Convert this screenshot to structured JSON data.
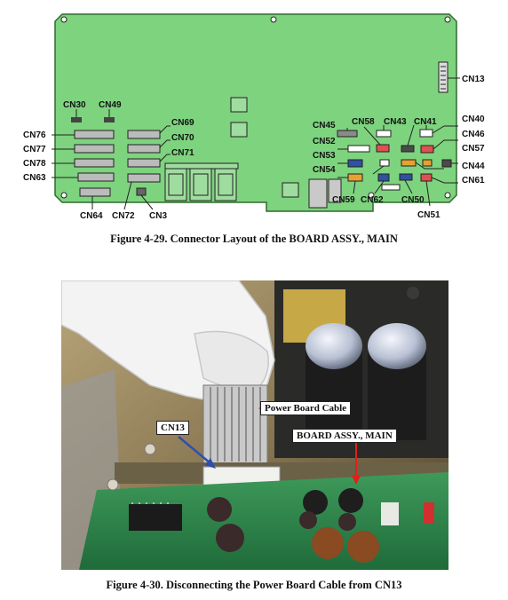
{
  "figure1": {
    "caption": "Figure 4-29.  Connector Layout of the BOARD ASSY., MAIN",
    "connectors": {
      "cn13": "CN13",
      "cn30": "CN30",
      "cn49": "CN49",
      "cn69": "CN69",
      "cn70": "CN70",
      "cn71": "CN71",
      "cn76": "CN76",
      "cn77": "CN77",
      "cn78": "CN78",
      "cn63": "CN63",
      "cn64": "CN64",
      "cn72": "CN72",
      "cn3": "CN3",
      "cn45": "CN45",
      "cn58": "CN58",
      "cn43": "CN43",
      "cn41": "CN41",
      "cn40": "CN40",
      "cn46": "CN46",
      "cn52": "CN52",
      "cn57": "CN57",
      "cn53": "CN53",
      "cn44": "CN44",
      "cn54": "CN54",
      "cn61": "CN61",
      "cn59": "CN59",
      "cn62": "CN62",
      "cn50": "CN50",
      "cn51": "CN51"
    },
    "colors": {
      "board": "#7ed37e",
      "board_edge": "#2f6b2f"
    }
  },
  "figure2": {
    "caption": "Figure 4-30.  Disconnecting the Power Board Cable from CN13",
    "callouts": {
      "power_cable": "Power Board Cable",
      "board_assy": "BOARD ASSY., MAIN",
      "cn13": "CN13"
    },
    "colors": {
      "arrow_red": "#e0201c",
      "arrow_blue": "#2c4fb0"
    }
  }
}
